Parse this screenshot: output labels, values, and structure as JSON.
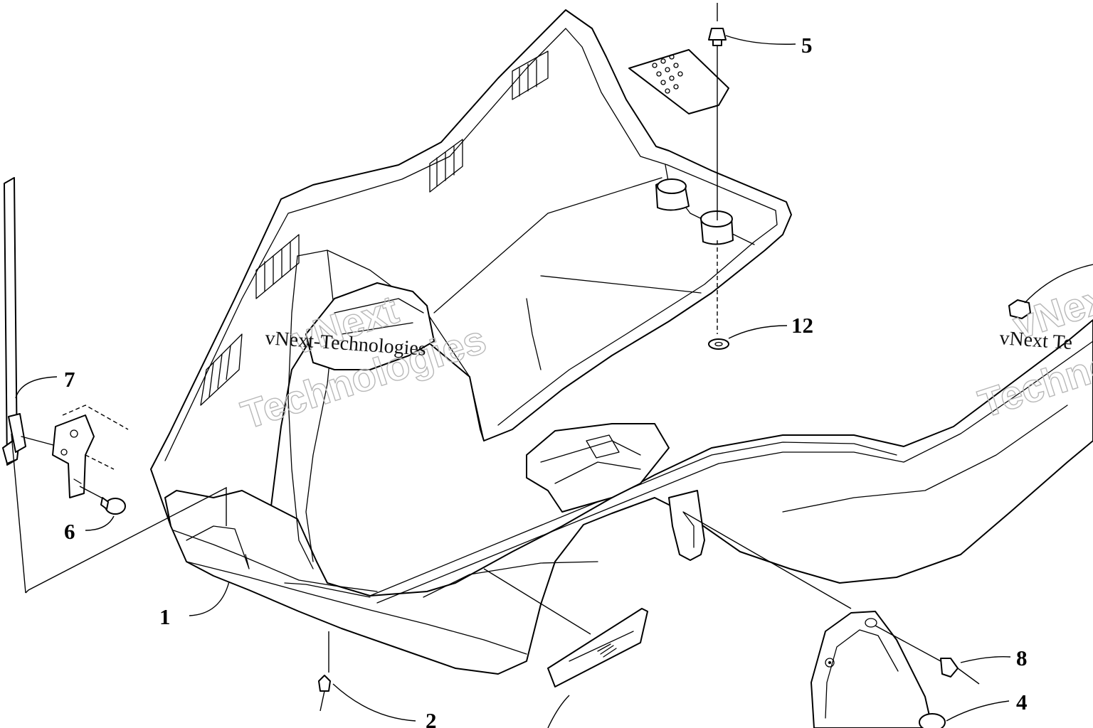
{
  "callouts": [
    {
      "id": "1",
      "label": "1"
    },
    {
      "id": "2",
      "label": "2"
    },
    {
      "id": "4",
      "label": "4"
    },
    {
      "id": "5",
      "label": "5"
    },
    {
      "id": "6",
      "label": "6"
    },
    {
      "id": "7",
      "label": "7"
    },
    {
      "id": "8",
      "label": "8"
    },
    {
      "id": "12",
      "label": "12"
    }
  ],
  "watermarks": {
    "outline_line1": "vNext",
    "outline_line2": "Technologies",
    "serif_line": "vNext-Technologies",
    "right_outline_line1": "vNext",
    "right_outline_line2": "Techno",
    "right_serif_line": "vNext Te"
  }
}
